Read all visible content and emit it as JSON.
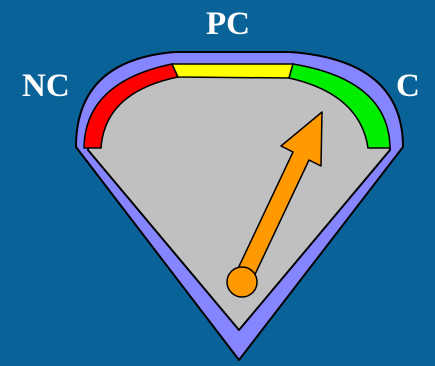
{
  "labels": {
    "left": "NC",
    "top": "PC",
    "right": "C"
  },
  "zones": [
    {
      "name": "red-zone",
      "color": "#ff0000"
    },
    {
      "name": "yellow-zone",
      "color": "#ffff00"
    },
    {
      "name": "green-zone",
      "color": "#00ee00"
    }
  ],
  "colors": {
    "background": "#0a6398",
    "bezel": "#8585ff",
    "face": "#c0c0c0",
    "needle": "#ff9900",
    "text": "#ffffff"
  },
  "needle": {
    "level": 0.82
  }
}
